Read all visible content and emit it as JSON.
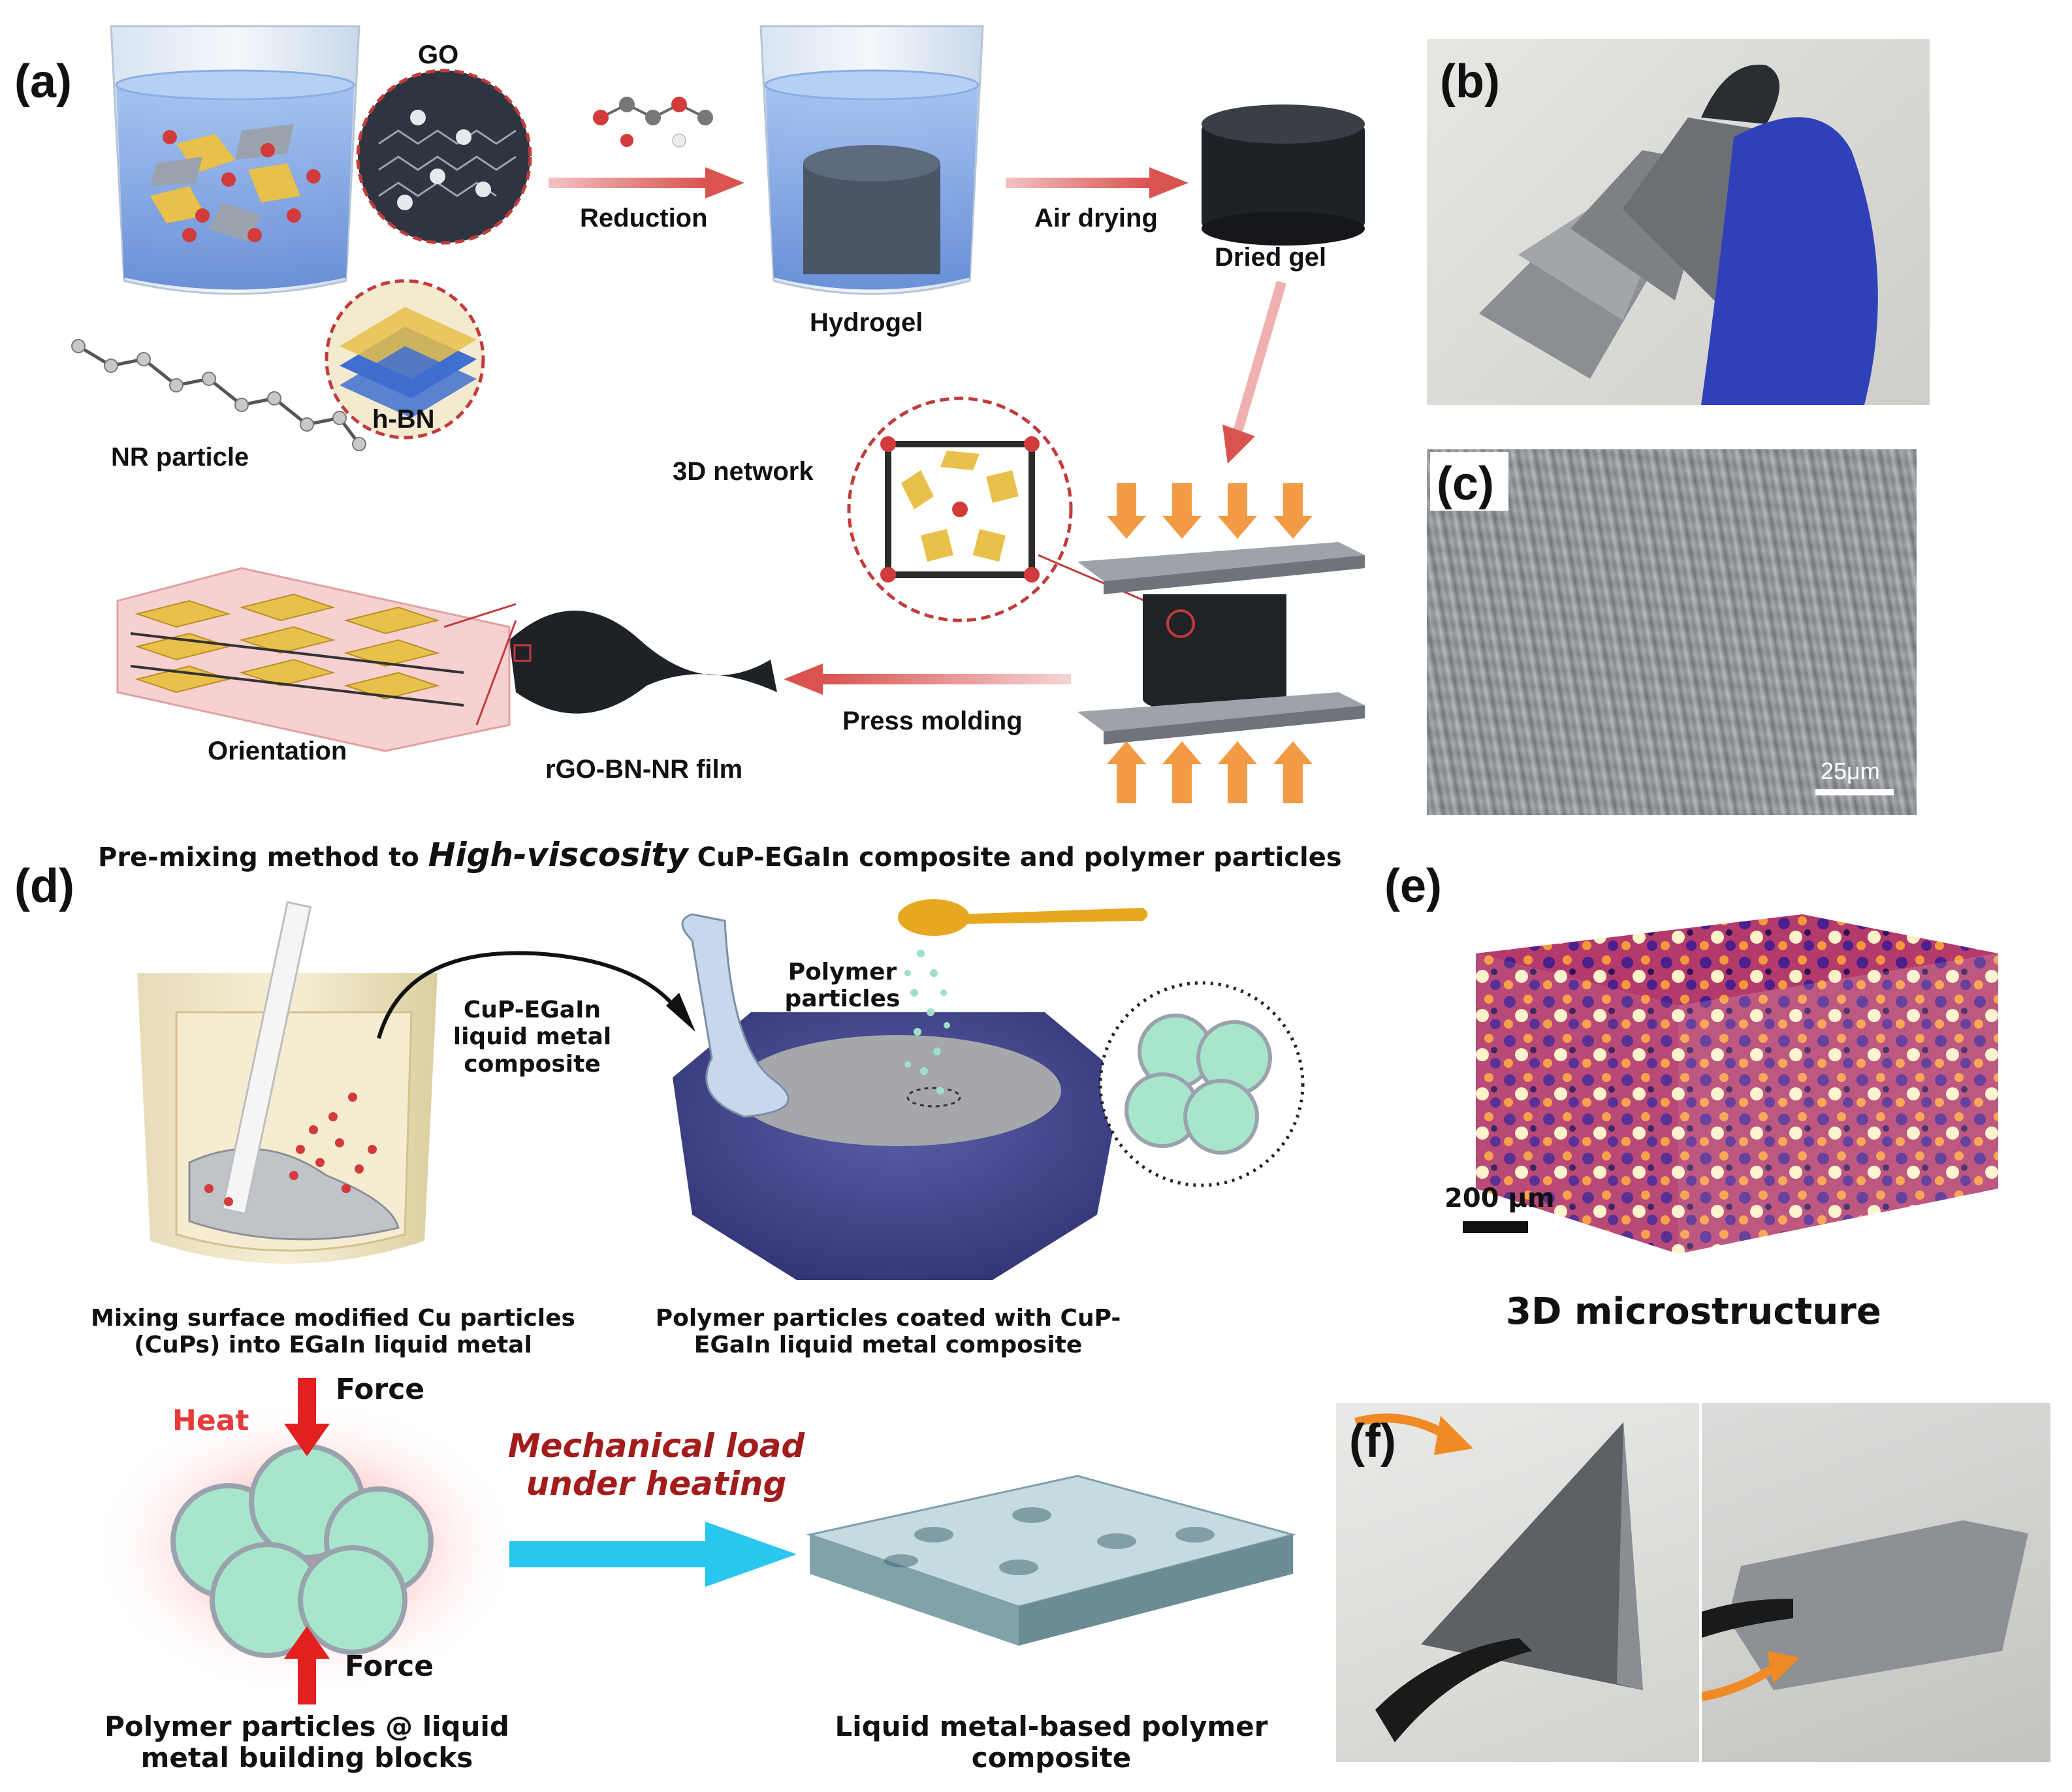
{
  "panels": {
    "a": "(a)",
    "b": "(b)",
    "c": "(c)",
    "d": "(d)",
    "e": "(e)",
    "f": "(f)"
  },
  "panel_a": {
    "go_label": "GO",
    "hbn_label": "h-BN",
    "nr_label": "NR particle",
    "reduction_label": "Reduction",
    "hydrogel_label": "Hydrogel",
    "air_drying_label": "Air drying",
    "dried_gel_label": "Dried gel",
    "network_label": "3D network",
    "press_label": "Press molding",
    "orientation_label": "Orientation",
    "film_label": "rGO-BN-NR film"
  },
  "panel_c": {
    "scale_bar": "25μm"
  },
  "panel_d": {
    "title_prefix": "Pre-mixing method to ",
    "title_emphasis": "High-viscosity",
    "title_suffix": " CuP-EGaIn composite and polymer particles",
    "composite_label_1": "CuP-EGaIn",
    "composite_label_2": "liquid metal",
    "composite_label_3": "composite",
    "polymer_label_1": "Polymer",
    "polymer_label_2": "particles",
    "mixing_caption_1": "Mixing surface modified Cu particles",
    "mixing_caption_2": "(CuPs) into EGaIn liquid metal",
    "coated_caption_1": "Polymer particles coated with CuP-",
    "coated_caption_2": "EGaIn liquid metal composite",
    "heat_label": "Heat",
    "force_top": "Force",
    "force_bottom": "Force",
    "mech_label_1": "Mechanical load",
    "mech_label_2": "under heating",
    "blocks_caption_1": "Polymer particles @ liquid",
    "blocks_caption_2": "metal building blocks",
    "composite_caption_1": "Liquid metal-based polymer",
    "composite_caption_2": "composite"
  },
  "panel_e": {
    "scale_bar": "200 μm",
    "caption": "3D microstructure"
  },
  "colors": {
    "arrow_red": "#d9534f",
    "arrow_orange": "#f08a24",
    "arrow_cyan": "#29c6ee",
    "heat_red": "#e83a3a",
    "mech_text": "#a31c1c",
    "hbn_gold": "#e8c04a",
    "water_blue": "#7aa6e8"
  }
}
